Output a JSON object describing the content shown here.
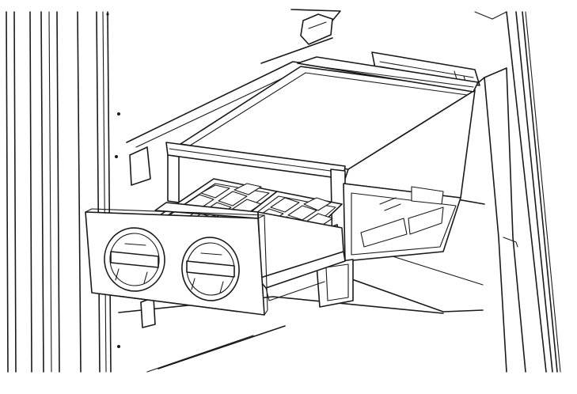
{
  "figure": {
    "subject": "ice-maker-drawer-pulled-out",
    "line_color": "#1a1a1a",
    "background_color": "#ffffff",
    "knobs": [
      "knob-left",
      "knob-right"
    ],
    "ice_tray_count": 2
  }
}
